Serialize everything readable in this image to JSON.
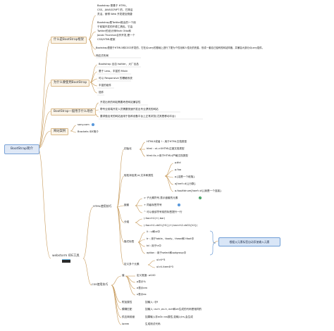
{
  "root": "BootStrap简介",
  "branches": {
    "what": "什么是BootStrap框架",
    "why": "为什么要使用BootStrap",
    "usage": "BootStrap一般用于什么场合",
    "cases": "网站案例",
    "webstorm": "webstorm IDE工具"
  },
  "what_children": [
    "Bootstrap 是基于 HTML、",
    "CSS、JAVASCRIPT 的，它简洁",
    "灵活，使得 Web 开发更加快捷",
    "Bootstrap是Twitter推出的一个用",
    "于前端开发的开源工具包。它由",
    "Twitter的设计师Mark Otto和",
    "Jacob Thornton合作开发,是一个",
    "CSS/HTML框架",
    "Bootstrap是基于HTML5和CSS3开发的，它在jQuery的基础上进行了更为个性化和人性化的完善，形成一套自己独有的网站风格，并兼容大部分jQuery插件。",
    "响应式布局"
  ],
  "why_children": [
    "Bootstrap 出自 twitter，大厂出品",
    "基于 Less，丰富的 Mixin",
    "可以 Responsive 的栅格系统",
    "丰富的组件",
    "插件"
  ],
  "usage_children": [
    "开发出来的网站需要考虑网站兼容性",
    "帮专业前端开发人员需要快速开发出专业漂亮的网站",
    "要求做出来的网站适用于各种设备平台上正常浏览(尤其是移动平台)"
  ],
  "cases_children": [
    "sony.com",
    "Brackets IDE简介"
  ],
  "webstorm_children": {
    "html_label": "HTML使用技巧",
    "css_label": "CSS使用技巧",
    "init_label": "初始化",
    "init_items": [
      "HTML5或者 ! : 用于HTML文档类型",
      "html : xt->XHTML过渡文档类型",
      "html:4s->用于HTML4严格文档类型"
    ],
    "idclass_label": "轻松添加类,id,文本和属性",
    "idclass_items": [
      "p#id",
      "p.foo",
      "p{这是一个段落}",
      "a[href=#]{分数}",
      "a.foo#idnum[haef=#]{我是一个连接}"
    ],
    "nest_label": "嵌套",
    "nest_items": [
      "> 子元素符号,表示嵌套的元素",
      "+ 同级标签符号",
      "^ 可以使该符号前的标签提升一行"
    ],
    "group_label": "分组",
    "group_items": [
      "(.foo>h1)+(.bar)",
      "(.foo>h1.cb01{H1})+(.bar>h2.cb02{h2})"
    ],
    "implicit_label": "隐式标签",
    "implicit_items": [
      "li : ul和ol中",
      "tr : 用于table，tbody，thead和 tfoot中",
      "td : 用于tr中",
      "option : 用于select和optgroup中"
    ],
    "implicit_note": "根据父元素标签自动添加输入元素",
    "multi_label": "定义多个元素",
    "multi_items": [
      "ul>li*3",
      "ul>li.item$*3"
    ],
    "css_items": [
      {
        "label": "值",
        "subs": [
          "定义宽度: w100",
          "p表示%",
          "e表示em",
          "x表示ex"
        ]
      },
      {
        "label": "附加属性",
        "subs": [
          "如输入: @f"
        ]
      },
      {
        "label": "模糊匹配",
        "subs": [
          "如输入: ov:h ,ov-h, ovh和oh生成的代码是相同的"
        ]
      },
      {
        "label": "供应商前缀",
        "subs": [
          "如果输入非w3c css属性,如输入trs,会生成"
        ]
      },
      {
        "label": "lorem",
        "subs": [
          "生成测试代码"
        ]
      }
    ]
  }
}
